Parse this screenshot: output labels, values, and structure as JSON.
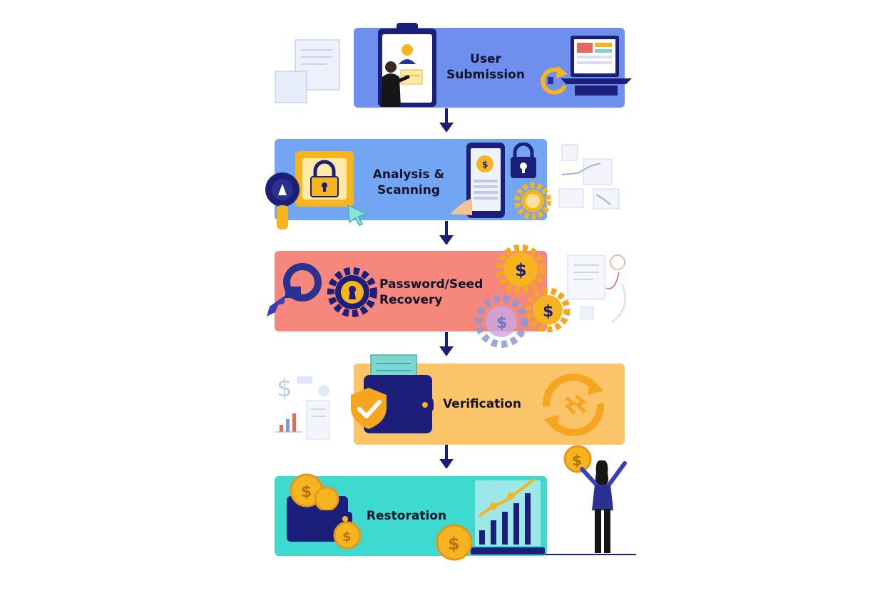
{
  "steps": [
    {
      "label_line1": "User",
      "label_line2": "Submission",
      "color": "#6f8fef"
    },
    {
      "label_line1": "Analysis &",
      "label_line2": "Scanning",
      "color": "#72a6f3"
    },
    {
      "label_line1": "Password/Seed",
      "label_line2": "Recovery",
      "color": "#f5877d"
    },
    {
      "label_line1": "Verification",
      "label_line2": "",
      "color": "#fbc468"
    },
    {
      "label_line1": "Restoration",
      "label_line2": "",
      "color": "#3ed9cf"
    }
  ],
  "colors": {
    "navy": "#1c1f7a",
    "gold": "#f6b51e",
    "arrow": "#1b1f72"
  },
  "icons": [
    "clipboard-icon",
    "person-icon",
    "laptop-icon",
    "refresh-icon",
    "magnifier-icon",
    "padlock-icon",
    "smartphone-icon",
    "gear-icon",
    "cursor-icon",
    "key-icon",
    "keyhole-gear-icon",
    "dollar-gear-icon",
    "wallet-icon",
    "shield-check-icon",
    "sync-arrows-icon",
    "coin-icon",
    "bar-chart-icon"
  ]
}
